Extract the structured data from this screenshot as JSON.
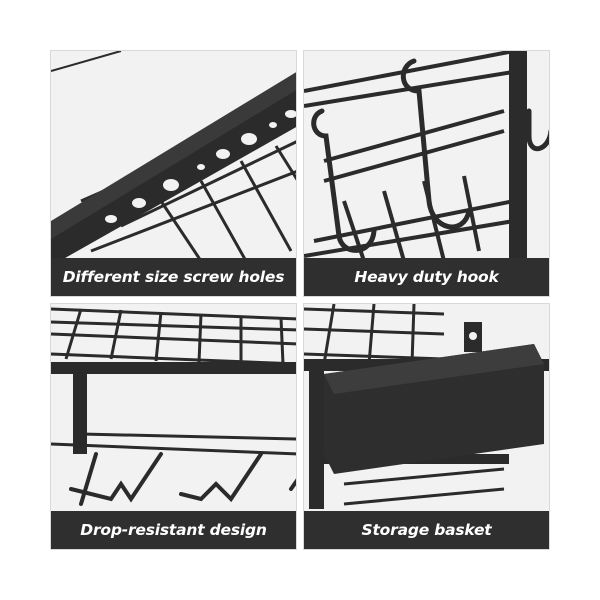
{
  "panels": [
    {
      "caption": "Different size screw holes",
      "image": "rack-side-panel-with-holes"
    },
    {
      "caption": "Heavy duty hook",
      "image": "rack-with-s-hooks"
    },
    {
      "caption": "Drop-resistant design",
      "image": "two-tier-shelf-with-curved-rails"
    },
    {
      "caption": "Storage basket",
      "image": "rack-with-side-basket"
    }
  ],
  "colors": {
    "caption_bg": "#2f2f2f",
    "caption_text": "#ffffff",
    "metal": "#2b2b2b",
    "panel_bg": "#efefef"
  }
}
